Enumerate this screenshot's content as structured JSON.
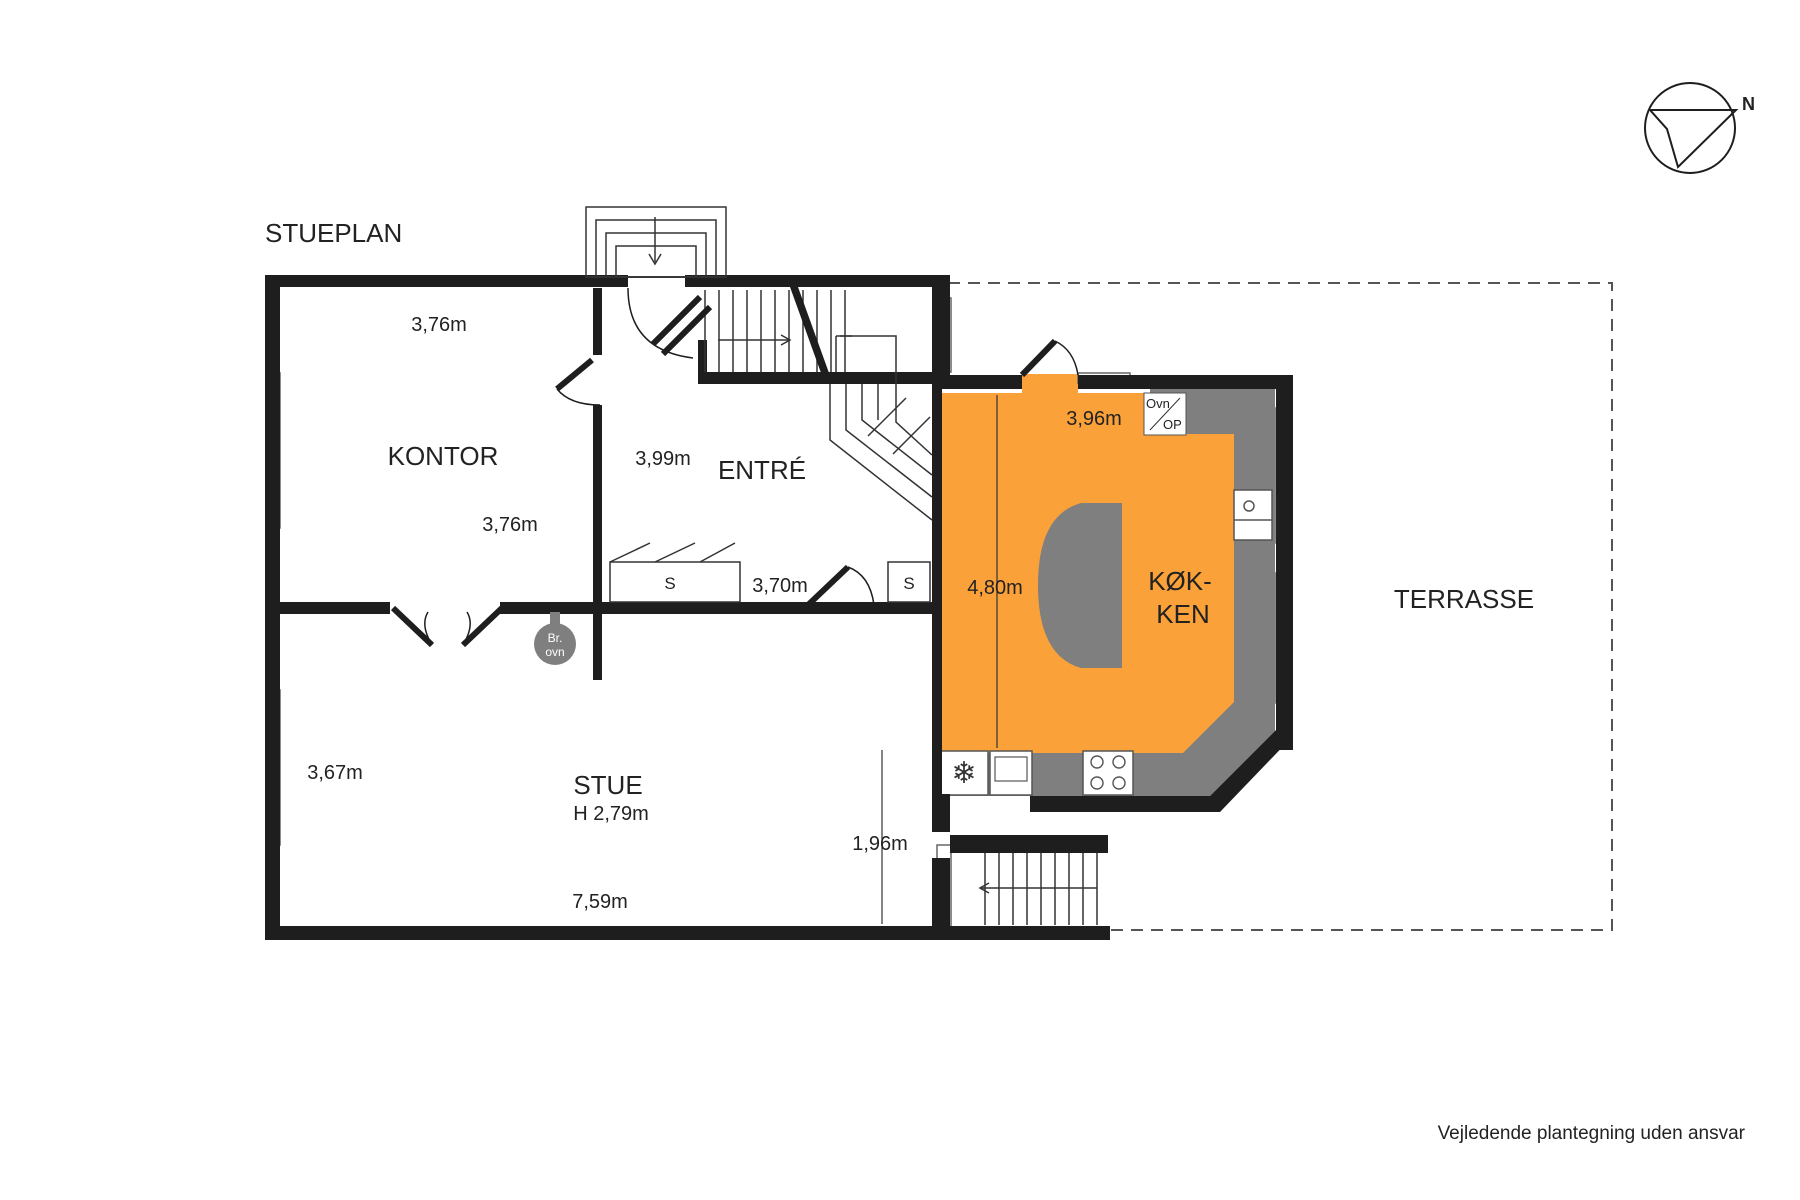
{
  "title": "STUEPLAN",
  "compass": {
    "north_label": "N"
  },
  "rooms": {
    "kontor": "KONTOR",
    "entre": "ENTRÉ",
    "stue": "STUE",
    "stue_height": "H 2,79m",
    "kokken_line1": "KØK-",
    "kokken_line2": "KEN",
    "terrasse": "TERRASSE"
  },
  "dimensions": {
    "kontor_width": "3,76m",
    "kontor_depth": "3,76m",
    "entre_depth": "3,99m",
    "entre_width": "3,70m",
    "stue_depth": "3,67m",
    "stue_width": "7,59m",
    "stue_recess": "1,96m",
    "kokken_width": "3,96m",
    "kokken_depth": "4,80m"
  },
  "fixtures": {
    "storage_left": "S",
    "storage_right": "S",
    "stove_line1": "Br.",
    "stove_line2": "ovn",
    "oven_line1": "Ovn",
    "oven_line2": "OP"
  },
  "colors": {
    "kitchen_highlight": "#FBA13A",
    "wall": "#1E1E1E",
    "counter": "#7F7F7F"
  },
  "disclaimer": "Vejledende plantegning uden ansvar"
}
